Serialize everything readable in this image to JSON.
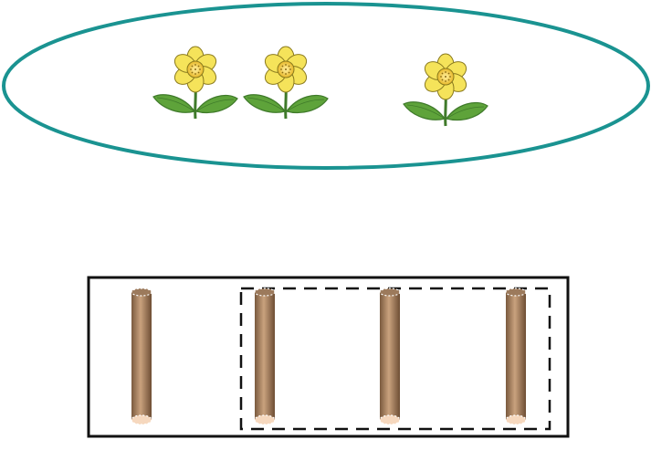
{
  "flowers": {
    "count": 3,
    "petal_color": "#F5E35A",
    "petal_outline": "#8A7A1E",
    "center_color": "#F2C230",
    "leaf_color": "#5EA33A",
    "stem_color": "#3F7A2A",
    "icon": "flower-icon"
  },
  "ellipse": {
    "stroke_color": "#1A9391"
  },
  "sticks": {
    "count": 4,
    "color_dark": "#7A5A3E",
    "color_light": "#C9A27E",
    "end_color": "#F6D8BE",
    "icon": "stick-icon"
  },
  "stick_box": {
    "stroke_color": "#111111"
  },
  "dashed_group": {
    "stick_count": 3,
    "stroke_color": "#111111"
  }
}
